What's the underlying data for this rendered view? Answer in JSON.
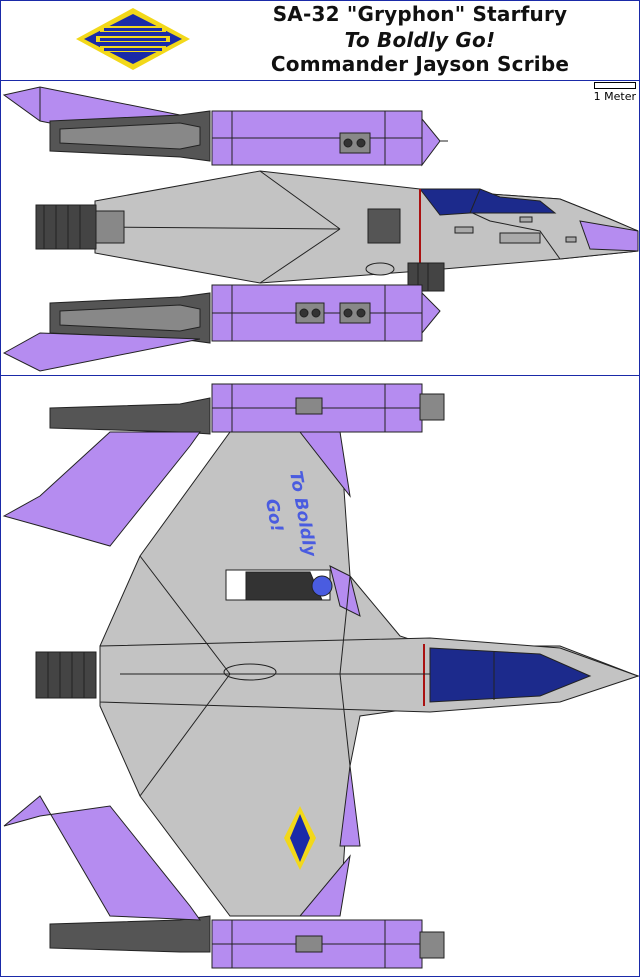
{
  "header": {
    "line1": "SA-32 \"Gryphon\" Starfury",
    "line2": "To Boldly Go!",
    "line3": "Commander Jayson Scribe"
  },
  "scale": {
    "label": "1 Meter"
  },
  "hull_text": {
    "line1": "To Boldly",
    "line2": "Go!"
  },
  "colors": {
    "hull_grey": "#c3c3c3",
    "purple": "#b58cf0",
    "dark_grey": "#555555",
    "canopy": "#1c2a8c",
    "logo_blue": "#1a2aa8",
    "logo_yellow": "#f2d81a",
    "border": "#1a2aa8"
  },
  "icons": [
    "starfury-logo-icon",
    "pilot-figure-icon"
  ]
}
